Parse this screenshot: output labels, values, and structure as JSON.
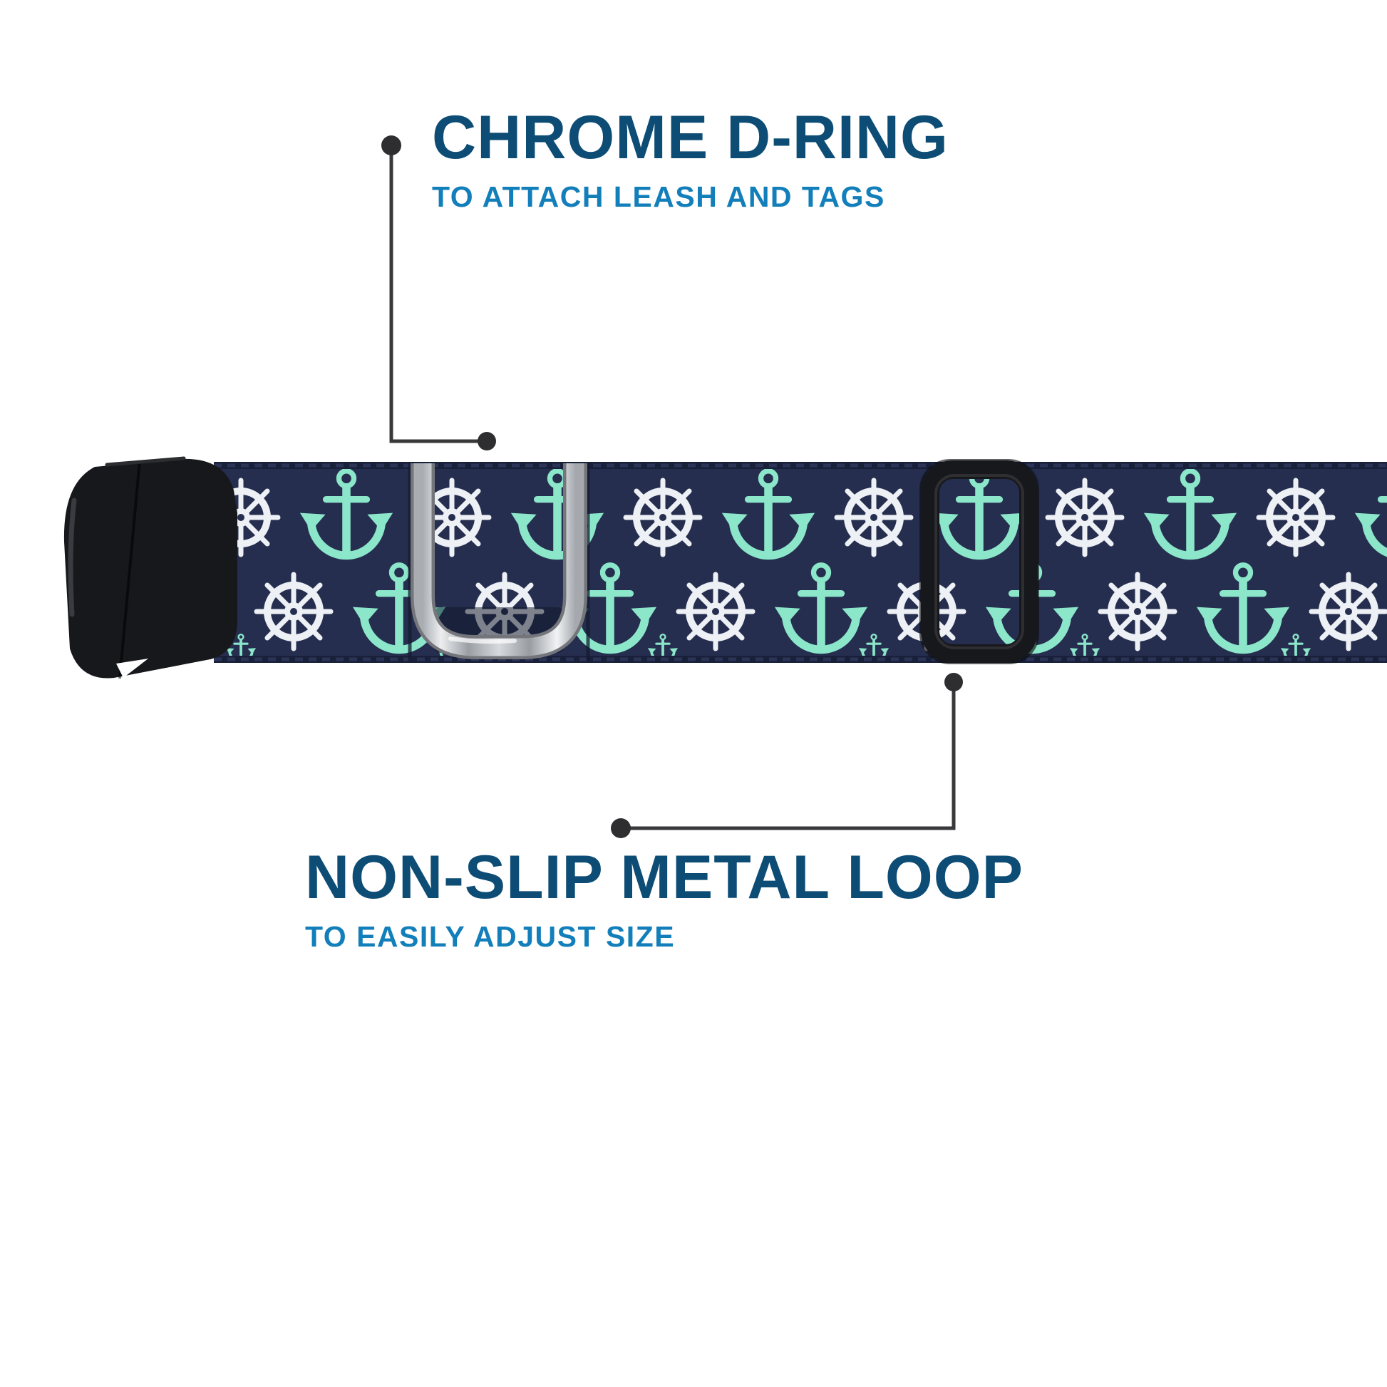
{
  "product": {
    "name": "nautical pattern dog collar",
    "pattern_motifs": [
      "ship-wheel-icon",
      "anchor-icon"
    ]
  },
  "callouts": {
    "d_ring": {
      "title": "CHROME D-RING",
      "subtitle": "TO ATTACH LEASH AND TAGS"
    },
    "metal_loop": {
      "title": "NON-SLIP METAL LOOP",
      "subtitle": "TO EASILY ADJUST SIZE"
    }
  },
  "colors": {
    "title_blue": "#0d4c74",
    "subtitle_blue": "#137fba",
    "collar_navy": "#262e4f",
    "collar_edge_navy": "#19203a",
    "motif_white": "#edf0f5",
    "motif_mint": "#8be6ca",
    "buckle_black": "#17181b",
    "slider_black": "#17181b",
    "chrome_silver": "#d4d7da",
    "callout_line": "#39393b"
  }
}
